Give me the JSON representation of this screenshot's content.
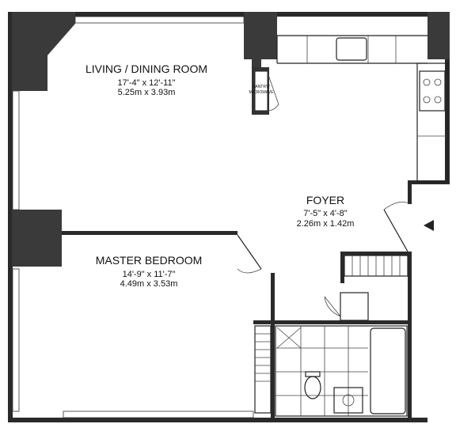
{
  "rooms": {
    "living": {
      "name": "LIVING / DINING ROOM",
      "imperial": "17'-4\" x 12'-11\"",
      "metric": "5.25m x 3.93m"
    },
    "foyer": {
      "name": "FOYER",
      "imperial": "7'-5\" x 4'-8\"",
      "metric": "2.26m x 1.42m"
    },
    "bedroom": {
      "name": "MASTER BEDROOM",
      "imperial": "14'-9\" x 11'-7\"",
      "metric": "4.49m x 3.53m"
    }
  },
  "pantry": {
    "line1": "PANTRY/",
    "line2": "MICROWAVE"
  }
}
